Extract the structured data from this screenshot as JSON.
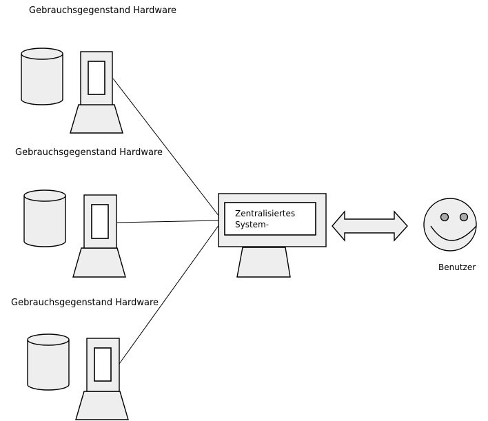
{
  "devices": [
    {
      "label": "Gebrauchsgegenstand Hardware"
    },
    {
      "label": "Gebrauchsgegenstand Hardware"
    },
    {
      "label": "Gebrauchsgegenstand Hardware"
    }
  ],
  "central_system": {
    "line1": "Zentralisiertes",
    "line2": "System-"
  },
  "user": {
    "label": "Benutzer"
  },
  "colors": {
    "shape_fill": "#eeeeee",
    "stroke": "#000000",
    "screen": "#ffffff",
    "user_eyes": "#aaaaaa"
  }
}
